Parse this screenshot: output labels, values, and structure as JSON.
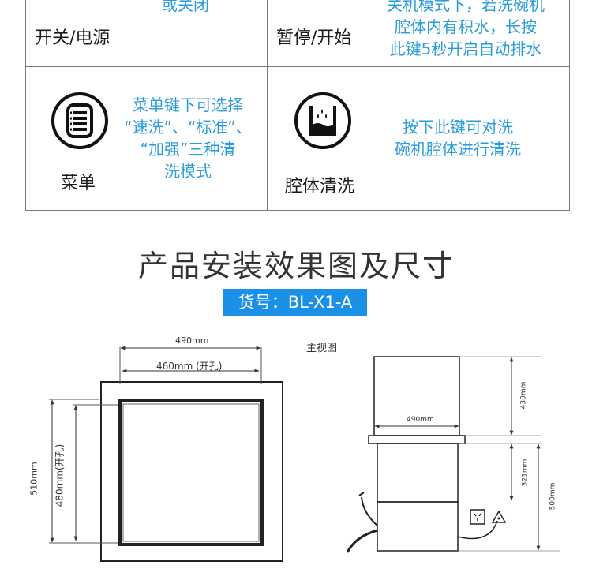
{
  "features": [
    {
      "label": "开关/电源",
      "desc": "或关闭",
      "icon": "power-icon"
    },
    {
      "label": "暂停/开始",
      "desc_lines": [
        "关机模式下，若洗碗机",
        "腔体内有积水，长按",
        "此键5秒开启自动排水"
      ],
      "icon": "pause-play-icon"
    },
    {
      "label": "菜单",
      "desc_lines": [
        "菜单键下可选择",
        "“速洗”、“标准”、",
        "“加强”三种清",
        "洗模式"
      ],
      "icon": "menu-icon"
    },
    {
      "label": "腔体清洗",
      "desc_lines": [
        "按下此键可对洗",
        "碗机腔体进行清洗"
      ],
      "icon": "cavity-clean-icon"
    }
  ],
  "section_title": "产品安装效果图及尺寸",
  "model_badge": "货号：BL-X1-A",
  "top_view": {
    "width_outer": "490mm",
    "width_cutout": "460mm (开孔)",
    "height_outer": "510mm",
    "height_cutout": "480mm(开孔)"
  },
  "front_view": {
    "title": "主视图",
    "dim_width": "490mm",
    "dim_top_height": "430mm",
    "dim_lower_height": "321mm",
    "dim_total_height": "500mm"
  }
}
